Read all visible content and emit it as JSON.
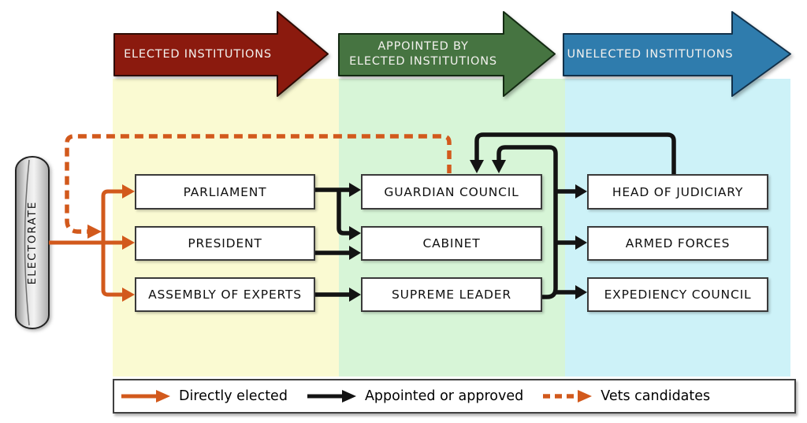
{
  "banners": {
    "elected": "ELECTED INSTITUTIONS",
    "appointed_line1": "APPOINTED BY",
    "appointed_line2": "ELECTED INSTITUTIONS",
    "unelected": "UNELECTED INSTITUTIONS"
  },
  "electorate": {
    "label": "ELECTORATE"
  },
  "boxes": {
    "parliament": "PARLIAMENT",
    "president": "PRESIDENT",
    "assembly_of_experts": "ASSEMBLY OF EXPERTS",
    "guardian_council": "GUARDIAN COUNCIL",
    "cabinet": "CABINET",
    "supreme_leader": "SUPREME LEADER",
    "head_of_judiciary": "HEAD OF JUDICIARY",
    "armed_forces": "ARMED FORCES",
    "expediency_council": "EXPEDIENCY COUNCIL"
  },
  "legend": {
    "directly_elected": "Directly elected",
    "appointed_or_approved": "Appointed or approved",
    "vets_candidates": "Vets candidates"
  },
  "colors": {
    "elected_banner": "#8B1A0E",
    "appointed_banner": "#467441",
    "unelected_banner": "#2F7CAD",
    "elected_column_bg": "#FAFAD2",
    "appointed_column_bg": "#D7F5D7",
    "unelected_column_bg": "#CDF2F8",
    "directly_elected_line": "#D2591C",
    "appointed_line": "#131313"
  }
}
